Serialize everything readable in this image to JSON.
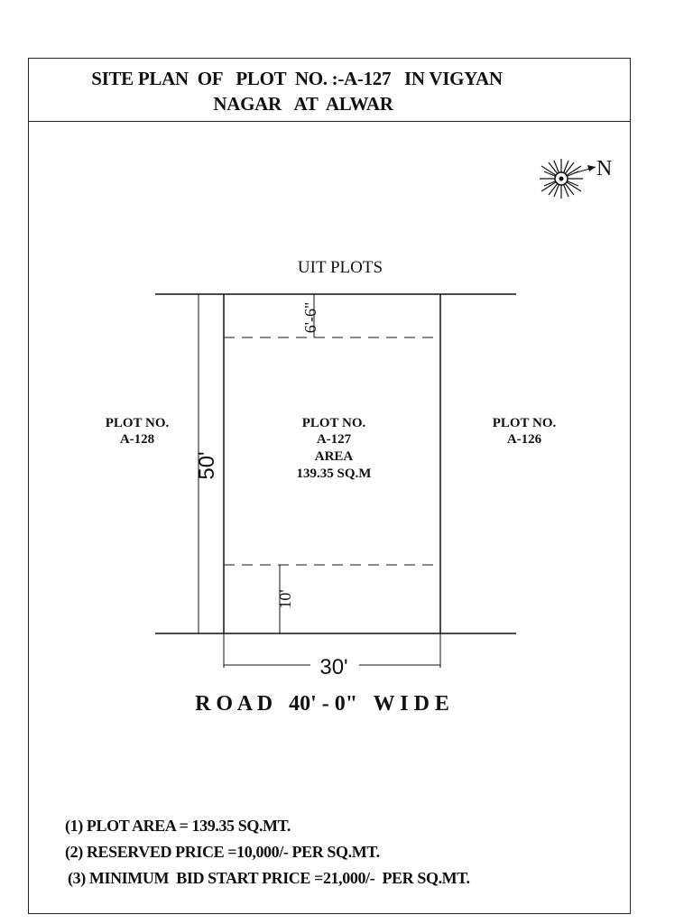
{
  "title": {
    "line1": "SITE PLAN  OF   PLOT  NO. :-A-127   IN VIGYAN",
    "line2": "NAGAR   AT  ALWAR"
  },
  "compass": {
    "label": "N",
    "icon": "north-arrow-icon"
  },
  "plan": {
    "top_label": "UIT  PLOTS",
    "left_plot": {
      "line1": "PLOT  NO.",
      "line2": "A-128"
    },
    "right_plot": {
      "line1": "PLOT  NO.",
      "line2": "A-126"
    },
    "main_plot": {
      "line1": "PLOT  NO.",
      "line2": "A-127",
      "line3": "AREA",
      "line4": "139.35  SQ.M"
    },
    "dim_depth": "50'",
    "dim_width": "30'",
    "dim_front_setback": "6'-6\"",
    "dim_rear_setback": "10'",
    "road_label": "R O A D   40' - 0\"   W I D E"
  },
  "notes": [
    "(1) PLOT AREA = 139.35 SQ.MT.",
    "(2) RESERVED PRICE =10,000/- PER SQ.MT.",
    "(3) MINIMUM  BID START PRICE =21,000/-  PER SQ.MT."
  ]
}
